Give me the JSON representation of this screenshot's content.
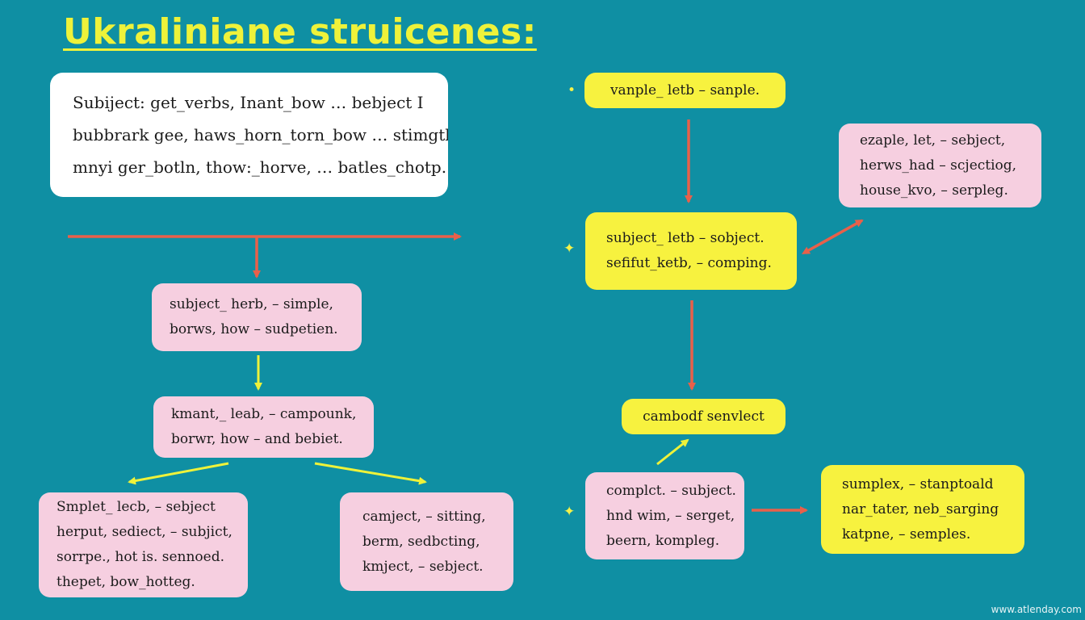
{
  "title": "Ukraliniane struicenes:",
  "intro_box": {
    "lines": [
      "Subiject: get_verbs,  Inant_bow … bebject  I",
      "bubbrark gee,  haws_horn_torn_bow … stimgtly,",
      "mnyi ger_botln,   thow:_horve, … batles_chotp."
    ]
  },
  "left_flow": {
    "box1": {
      "lines": [
        "subject_ herb, – simple,",
        "borws,  how – sudpetien."
      ]
    },
    "box2": {
      "lines": [
        "kmant,_ leab, – campounk,",
        "borwr,  how – and bebiet."
      ]
    },
    "box3": {
      "lines": [
        "Smplet_ lecb, – sebject",
        "herput,  sediect, – subjict,",
        "sorrpe.,  hot is. sennoed.",
        "thepet,  bow_hotteg."
      ]
    },
    "box4": {
      "lines": [
        "camject, – sitting,",
        "berm,   sedbcting,",
        "kmject, – sebject."
      ]
    }
  },
  "right_flow": {
    "top_box": {
      "lines": [
        "vanple_ letb – sanple."
      ]
    },
    "mid_box": {
      "lines": [
        "subject_ letb – sobject.",
        "sefifut_ketb, – comping."
      ]
    },
    "side_box": {
      "lines": [
        "ezaple,  let, – sebject,",
        "herws_had – scjectiog,",
        "house_kvo, – serpleg."
      ]
    },
    "bottom_box": {
      "lines": [
        "cambodf senvlect"
      ]
    },
    "complex_box": {
      "lines": [
        "complct. – subject.",
        "hnd wim, – serget,",
        "beern,  kompleg."
      ]
    },
    "final_box": {
      "lines": [
        "sumplex, – stanptoald",
        "nar_tater,  neb_sarging",
        "katpne, – semples."
      ]
    }
  },
  "bullets": {
    "b1": "•",
    "b2": "✦",
    "b3": "✦"
  },
  "watermark": "www.atlenday.com",
  "colors": {
    "background": "#0f8fa3",
    "title": "#eef23a",
    "pink_box": "#f6cfe0",
    "yellow_box": "#f7f23f",
    "orange_arrow": "#e8604a",
    "yellow_arrow": "#eef23a"
  }
}
